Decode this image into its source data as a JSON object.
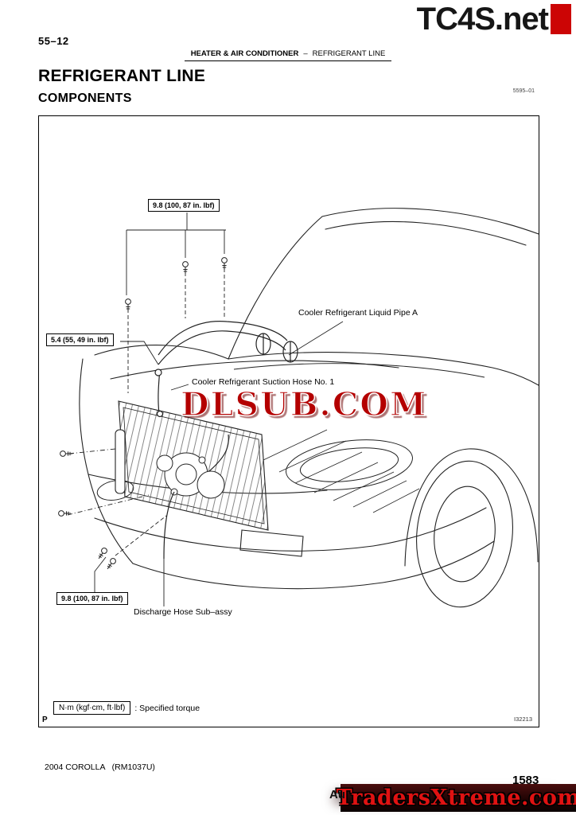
{
  "page": {
    "number": "55–12",
    "header": {
      "section": "HEATER & AIR CONDITIONER",
      "dash": "–",
      "subsection": "REFRIGERANT LINE"
    },
    "title": "REFRIGERANT LINE",
    "subtitle": "COMPONENTS",
    "figure_code": "5595–01",
    "footer": {
      "model": "2004 COROLLA   (RM1037U)",
      "page_num": "1583",
      "fragment": "Au"
    }
  },
  "watermarks": {
    "top": "TC4S.net",
    "center": "DLSUB.COM",
    "bottom": "TradersXtreme.com"
  },
  "diagram": {
    "torque_top": "9.8 (100, 87 in. lbf)",
    "torque_left": "5.4 (55, 49 in. lbf)",
    "torque_bottom": "9.8 (100, 87 in. lbf)",
    "label_liquid_pipe": "Cooler Refrigerant Liquid Pipe A",
    "label_suction_hose": "Cooler Refrigerant Suction Hose No. 1",
    "label_discharge_hose": "Discharge Hose Sub–assy",
    "legend_box": "N·m (kgf·cm, ft·lbf)",
    "legend_caption": ": Specified torque",
    "corner_letter": "P",
    "figure_id": "I32213"
  },
  "colors": {
    "accent_red": "#cc0505",
    "dlsub_red": "#b40000",
    "traders_red": "#e01212",
    "line": "#222222"
  }
}
